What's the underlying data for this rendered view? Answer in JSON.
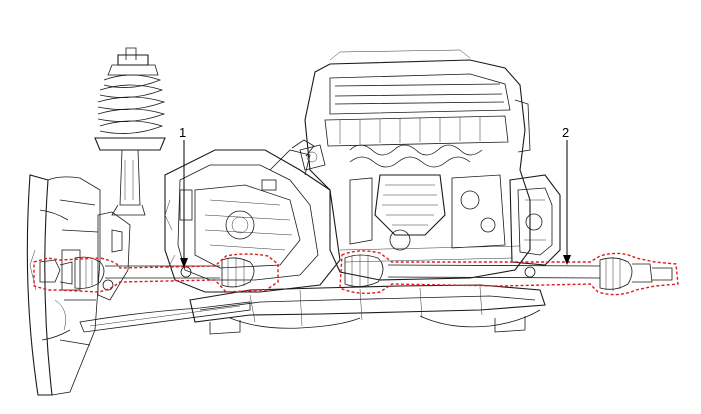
{
  "diagram": {
    "callouts": [
      {
        "id": "1",
        "label": "1"
      },
      {
        "id": "2",
        "label": "2"
      }
    ],
    "highlight_color": "#e01b1b",
    "line_color": "#1a1a1a",
    "background_color": "#ffffff"
  }
}
